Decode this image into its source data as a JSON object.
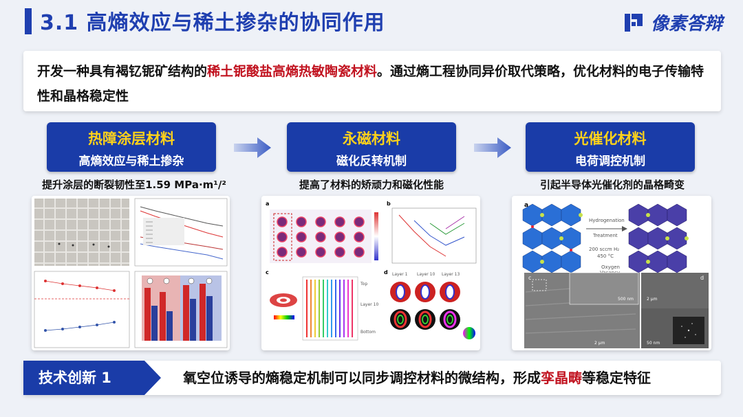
{
  "title": "3.1  高熵效应与稀土掺杂的协同作用",
  "logo": {
    "text": "像素答辩"
  },
  "intro": {
    "pre": "开发一种具有褐钇铌矿结构的",
    "highlight": "稀土铌酸盐高熵热敏陶瓷材料",
    "post": "。通过熵工程协同异价取代策略，优化材料的电子传输特性和晶格稳定性"
  },
  "cards": [
    {
      "title": "热障涂层材料",
      "subtitle": "高熵效应与稀土掺杂",
      "caption": "提升涂层的断裂韧性至1.59 MPa·m¹/²"
    },
    {
      "title": "永磁材料",
      "subtitle": "磁化反转机制",
      "caption": "提高了材料的矫顽力和磁化性能"
    },
    {
      "title": "光催化材料",
      "subtitle": "电荷调控机制",
      "caption": "引起半导体光催化剂的晶格畸变"
    }
  ],
  "figure3": {
    "label_a": "a",
    "label_c": "c",
    "label_d": "d",
    "hydrogenation": "Hydrogenation",
    "treatment": "Treatment",
    "condition1": "200 sccm H₂",
    "condition2": "450 °C",
    "oxygen": "Oxygen",
    "vacancy": "Vacancy",
    "scale1": "500 nm",
    "scale2": "2 μm",
    "scale3": "2 μm",
    "scale4": "50 nm"
  },
  "figure2": {
    "label_a": "a",
    "label_b": "b",
    "label_c": "c",
    "label_d": "d",
    "layer1": "Layer 1",
    "layer10": "Layer 10",
    "layer13": "Layer 13",
    "top": "Top",
    "bottom": "Bottom"
  },
  "footer": {
    "tag": "技术创新 1",
    "pre": "氧空位诱导的熵稳定机制可以同步调控材料的微结构，形成",
    "highlight": "孪晶畴",
    "post": "等稳定特征"
  },
  "colors": {
    "brand": "#1f3fb0",
    "header_bg": "#1a3ca8",
    "header_title": "#ffd21a",
    "highlight": "#c1121f"
  }
}
